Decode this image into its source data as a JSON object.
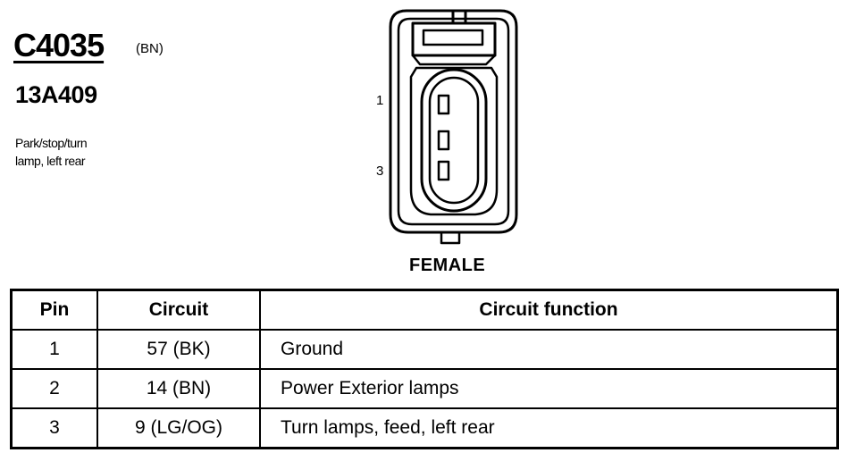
{
  "connector": {
    "id": "C4035",
    "color_code": "(BN)",
    "part_number": "13A409",
    "description_lines": [
      "Park/stop/turn",
      "lamp, left rear"
    ],
    "pin_labels": [
      "1",
      "3"
    ],
    "gender": "FEMALE"
  },
  "table": {
    "headers": {
      "pin": "Pin",
      "circuit": "Circuit",
      "function": "Circuit function"
    },
    "rows": [
      {
        "pin": "1",
        "circuit": "57 (BK)",
        "function": "Ground"
      },
      {
        "pin": "2",
        "circuit": "14 (BN)",
        "function": "Power Exterior lamps"
      },
      {
        "pin": "3",
        "circuit": "9 (LG/OG)",
        "function": "Turn lamps, feed, left rear"
      }
    ]
  }
}
